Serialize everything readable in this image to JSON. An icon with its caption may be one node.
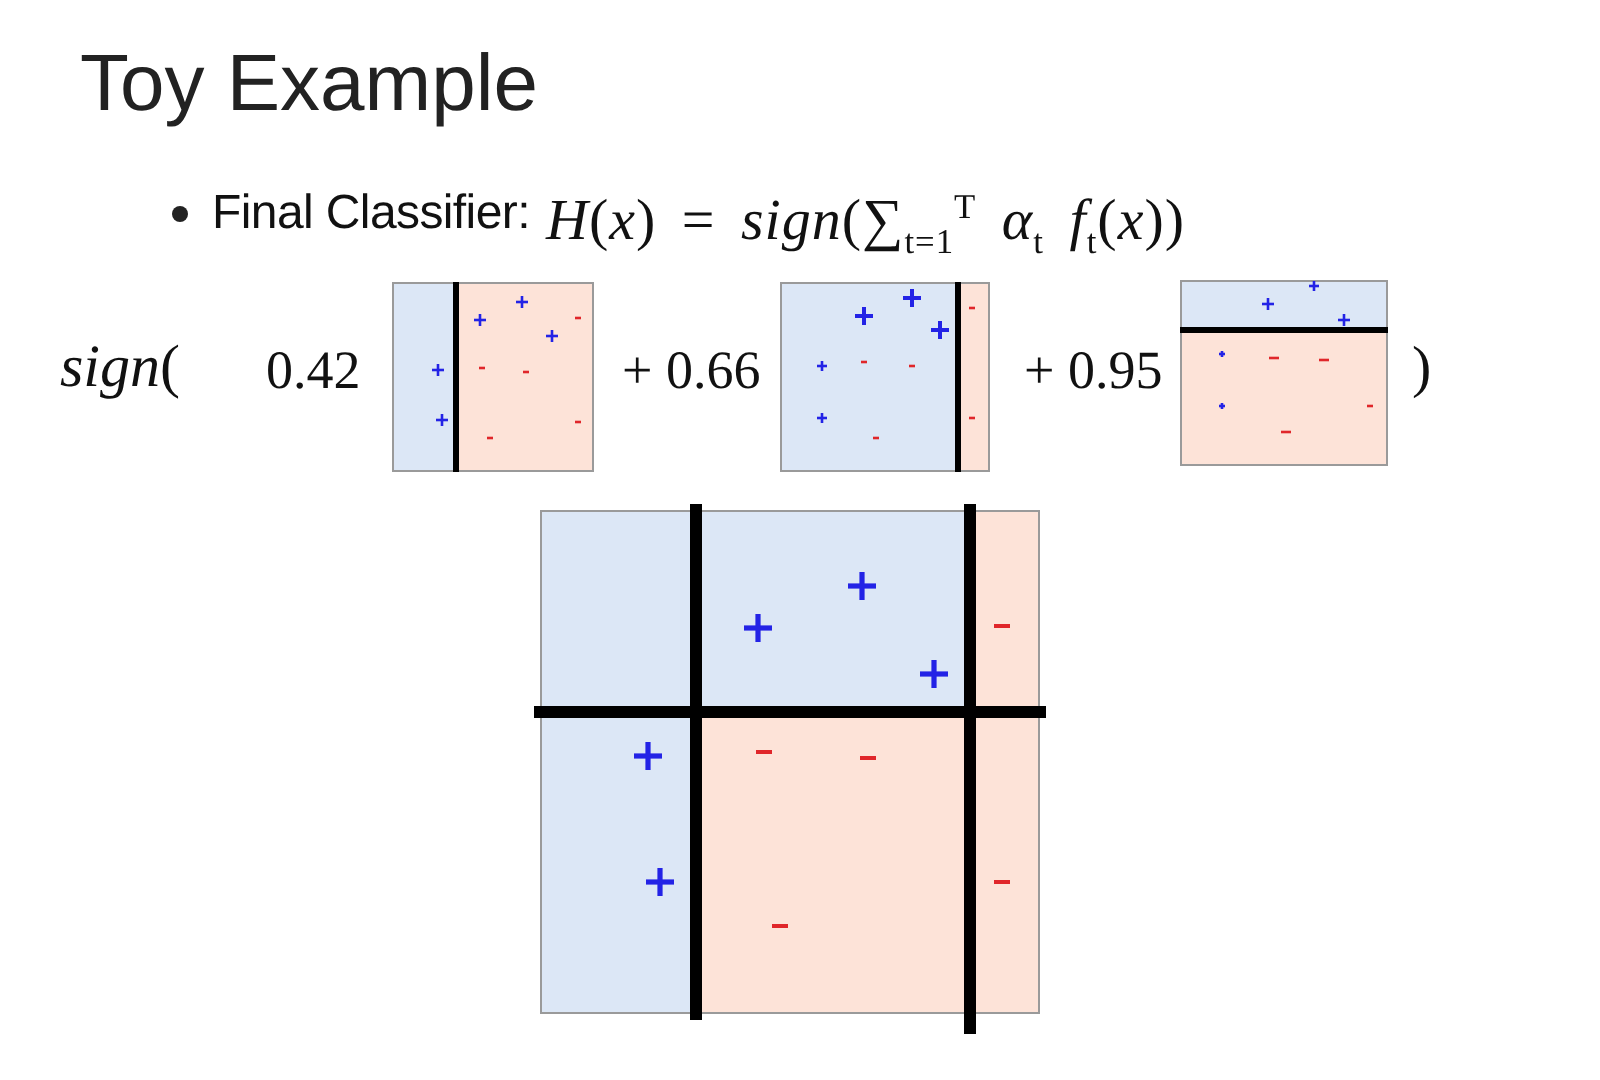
{
  "diagram": {
    "title": "Toy Example",
    "labels": [
      "Final Classifier:",
      "*H*(*x*) = *sign*(∑$_{t=1}$$^{T}$ *α*$_{t}$ *f*$_{t}$(*x*))",
      "*sign*(",
      "0.42",
      "+ 0.66",
      "+ 0.95",
      ")"
    ]
  }
}
